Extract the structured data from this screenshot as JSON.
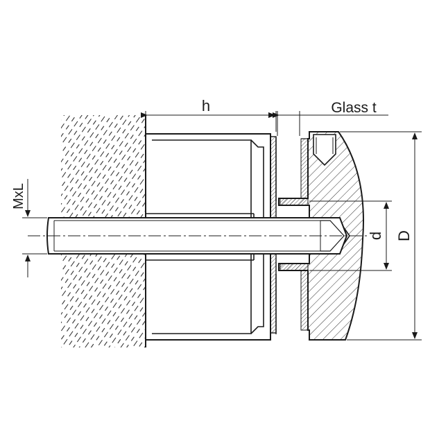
{
  "labels": {
    "h": "h",
    "glass_t": "Glass t",
    "mxl": "MxL",
    "d_small": "d",
    "d_large": "D"
  },
  "colors": {
    "stroke": "#1a1a1a",
    "background": "#ffffff",
    "hatch": "#2a2a2a"
  }
}
